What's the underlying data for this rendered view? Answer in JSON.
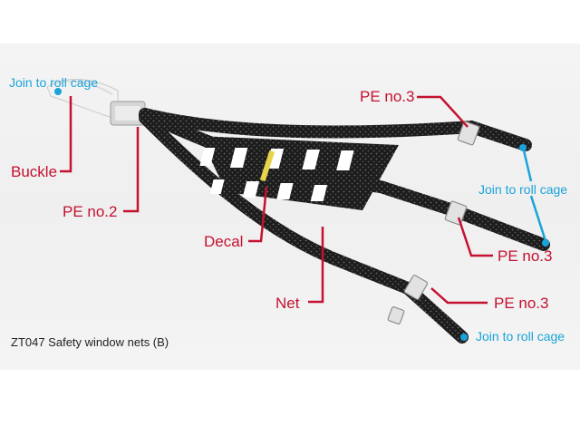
{
  "colors": {
    "callout_red": "#c41230",
    "callout_blue": "#1aa3d9",
    "strap": "#1c1c1c",
    "buckle": "#d8d8d8"
  },
  "labels": {
    "join_top_left": "Join to roll cage",
    "buckle": "Buckle",
    "pe_no2": "PE no.2",
    "decal": "Decal",
    "net": "Net",
    "pe_no3_top": "PE no.3",
    "join_right": "Join to roll cage",
    "pe_no3_middle": "PE no.3",
    "pe_no3_bottom": "PE no.3",
    "join_bottom": "Join to roll cage"
  },
  "caption": "ZT047 Safety window nets (B)"
}
